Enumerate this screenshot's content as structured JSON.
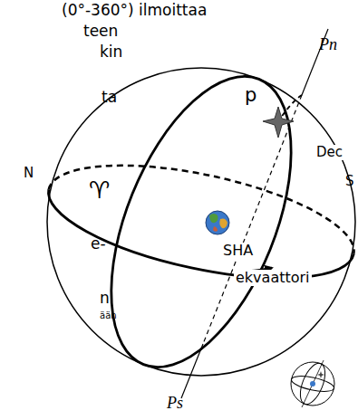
{
  "diagram": {
    "labels": [
      "(0°-360°) ilmoittaa",
      "teen",
      "kin",
      "ta",
      "N",
      "e-",
      "n",
      "ään",
      "Pn",
      "p",
      "Dec",
      "S",
      "♈",
      "SHA",
      "ekvaattori",
      "Ps"
    ]
  }
}
